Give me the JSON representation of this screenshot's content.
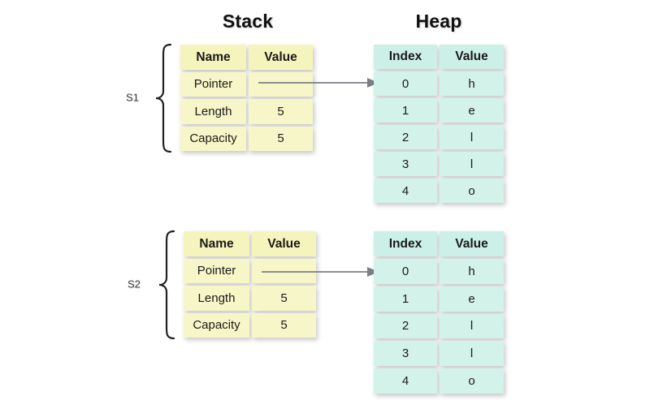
{
  "titles": {
    "stack": "Stack",
    "heap": "Heap"
  },
  "colors": {
    "stack_cell": "#f7f6c8",
    "heap_cell": "#d3f2ea",
    "arrow": "#7a7f85",
    "brace": "#222222",
    "text": "#1a1a1a"
  },
  "groups": [
    {
      "label": "S1",
      "stack_table": {
        "headers": [
          "Name",
          "Value"
        ],
        "rows": [
          {
            "name": "Pointer",
            "value": ""
          },
          {
            "name": "Length",
            "value": "5"
          },
          {
            "name": "Capacity",
            "value": "5"
          }
        ]
      },
      "heap_table": {
        "headers": [
          "Index",
          "Value"
        ],
        "rows": [
          {
            "index": "0",
            "value": "h"
          },
          {
            "index": "1",
            "value": "e"
          },
          {
            "index": "2",
            "value": "l"
          },
          {
            "index": "3",
            "value": "l"
          },
          {
            "index": "4",
            "value": "o"
          }
        ]
      }
    },
    {
      "label": "S2",
      "stack_table": {
        "headers": [
          "Name",
          "Value"
        ],
        "rows": [
          {
            "name": "Pointer",
            "value": ""
          },
          {
            "name": "Length",
            "value": "5"
          },
          {
            "name": "Capacity",
            "value": "5"
          }
        ]
      },
      "heap_table": {
        "headers": [
          "Index",
          "Value"
        ],
        "rows": [
          {
            "index": "0",
            "value": "h"
          },
          {
            "index": "1",
            "value": "e"
          },
          {
            "index": "2",
            "value": "l"
          },
          {
            "index": "3",
            "value": "l"
          },
          {
            "index": "4",
            "value": "o"
          }
        ]
      }
    }
  ]
}
